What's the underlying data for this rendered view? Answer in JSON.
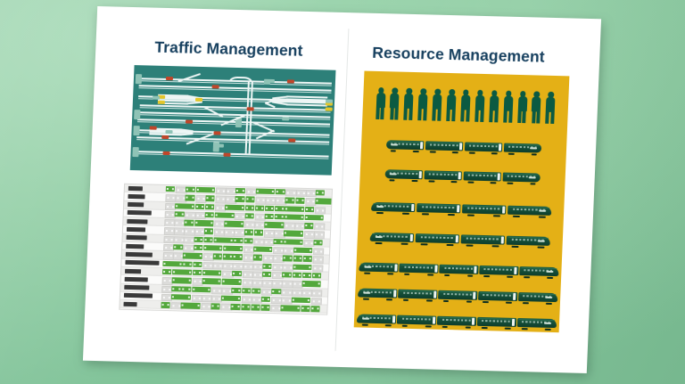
{
  "slide": {
    "background_color": "#8fcca4",
    "card_color": "#ffffff",
    "divider_color": "#e4e7e6"
  },
  "panels": {
    "left": {
      "title": "Traffic Management",
      "title_color": "#17405f",
      "diagram": {
        "name": "railway-signalling-track-diagram",
        "background_color": "#2d8079",
        "rail_color": "#eef6f5",
        "signal_colors": {
          "red": "#c0462a",
          "amber": "#e3c62b",
          "green": "#8fc3b6"
        },
        "horizontal_tracks": 9,
        "signals_red": 11,
        "signals_amber": 5,
        "signals_green": 6,
        "platform_blocks": 5,
        "junction_fans": 3
      },
      "timetable": {
        "name": "train-schedule-grid",
        "background_color": "#f2f2f1",
        "occupied_cell_color": "#53a83c",
        "free_cell_color": "#dcdcda",
        "rows": 16,
        "columns": 17
      }
    },
    "right": {
      "title": "Resource Management",
      "title_color": "#17405f",
      "panel_color": "#e4b016",
      "crew": {
        "name": "crew-staff-icons",
        "icon_color": "#0b5a42",
        "count": 13
      },
      "fleet": {
        "name": "train-fleet-list",
        "livery_color": "#15503a",
        "count": 7,
        "units": [
          {
            "type": "multiple-unit",
            "cars": 4,
            "length_pct": 76,
            "offset_pct": 12
          },
          {
            "type": "multiple-unit",
            "cars": 4,
            "length_pct": 76,
            "offset_pct": 12
          },
          {
            "type": "high-speed-set",
            "cars": 4,
            "length_pct": 88,
            "offset_pct": 6
          },
          {
            "type": "high-speed-set",
            "cars": 4,
            "length_pct": 88,
            "offset_pct": 6
          },
          {
            "type": "express-set",
            "cars": 5,
            "length_pct": 97,
            "offset_pct": 1.5
          },
          {
            "type": "express-set",
            "cars": 5,
            "length_pct": 97,
            "offset_pct": 1.5
          },
          {
            "type": "express-set",
            "cars": 5,
            "length_pct": 97,
            "offset_pct": 1.5
          }
        ]
      }
    }
  }
}
